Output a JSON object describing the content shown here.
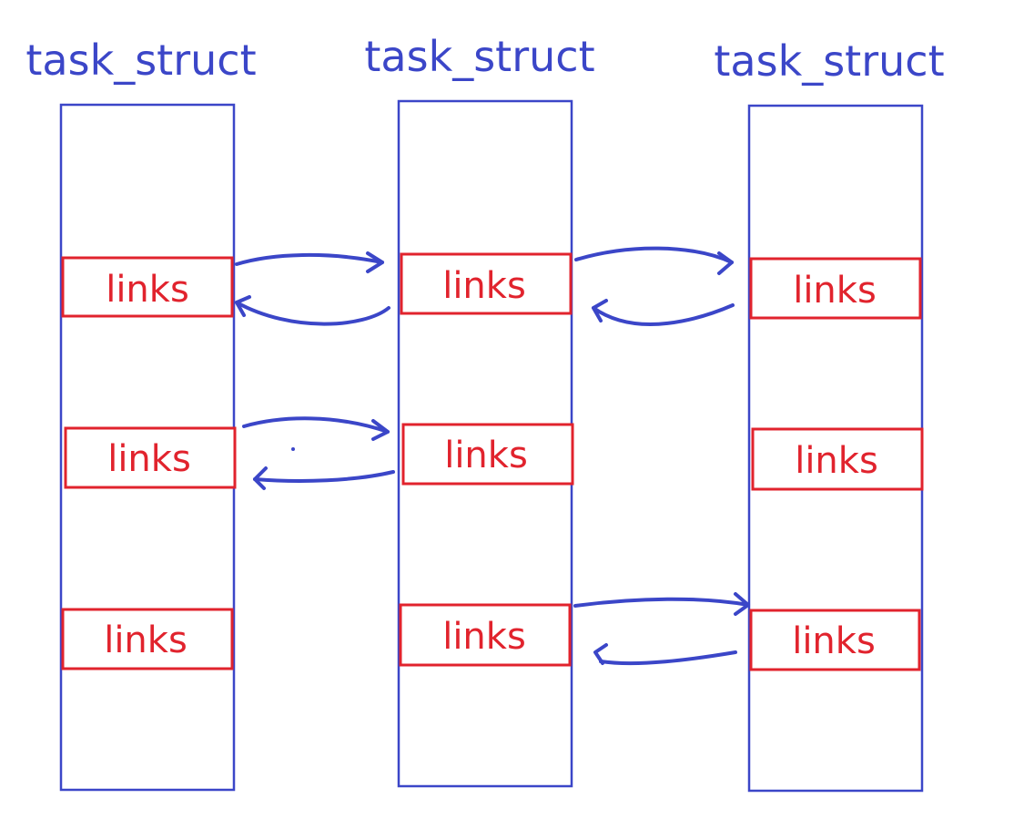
{
  "structs": [
    {
      "title": "task_struct",
      "links": [
        {
          "label": "links"
        },
        {
          "label": "links"
        },
        {
          "label": "links"
        }
      ]
    },
    {
      "title": "task_struct",
      "links": [
        {
          "label": "links"
        },
        {
          "label": "links"
        },
        {
          "label": "links"
        }
      ]
    },
    {
      "title": "task_struct",
      "links": [
        {
          "label": "links"
        },
        {
          "label": "links"
        },
        {
          "label": "links"
        }
      ]
    }
  ],
  "colors": {
    "struct_outline": "#3b46c8",
    "title_text": "#3b46c8",
    "links_outline": "#e1232d",
    "links_text": "#e1232d",
    "arrows": "#3b46c8"
  }
}
